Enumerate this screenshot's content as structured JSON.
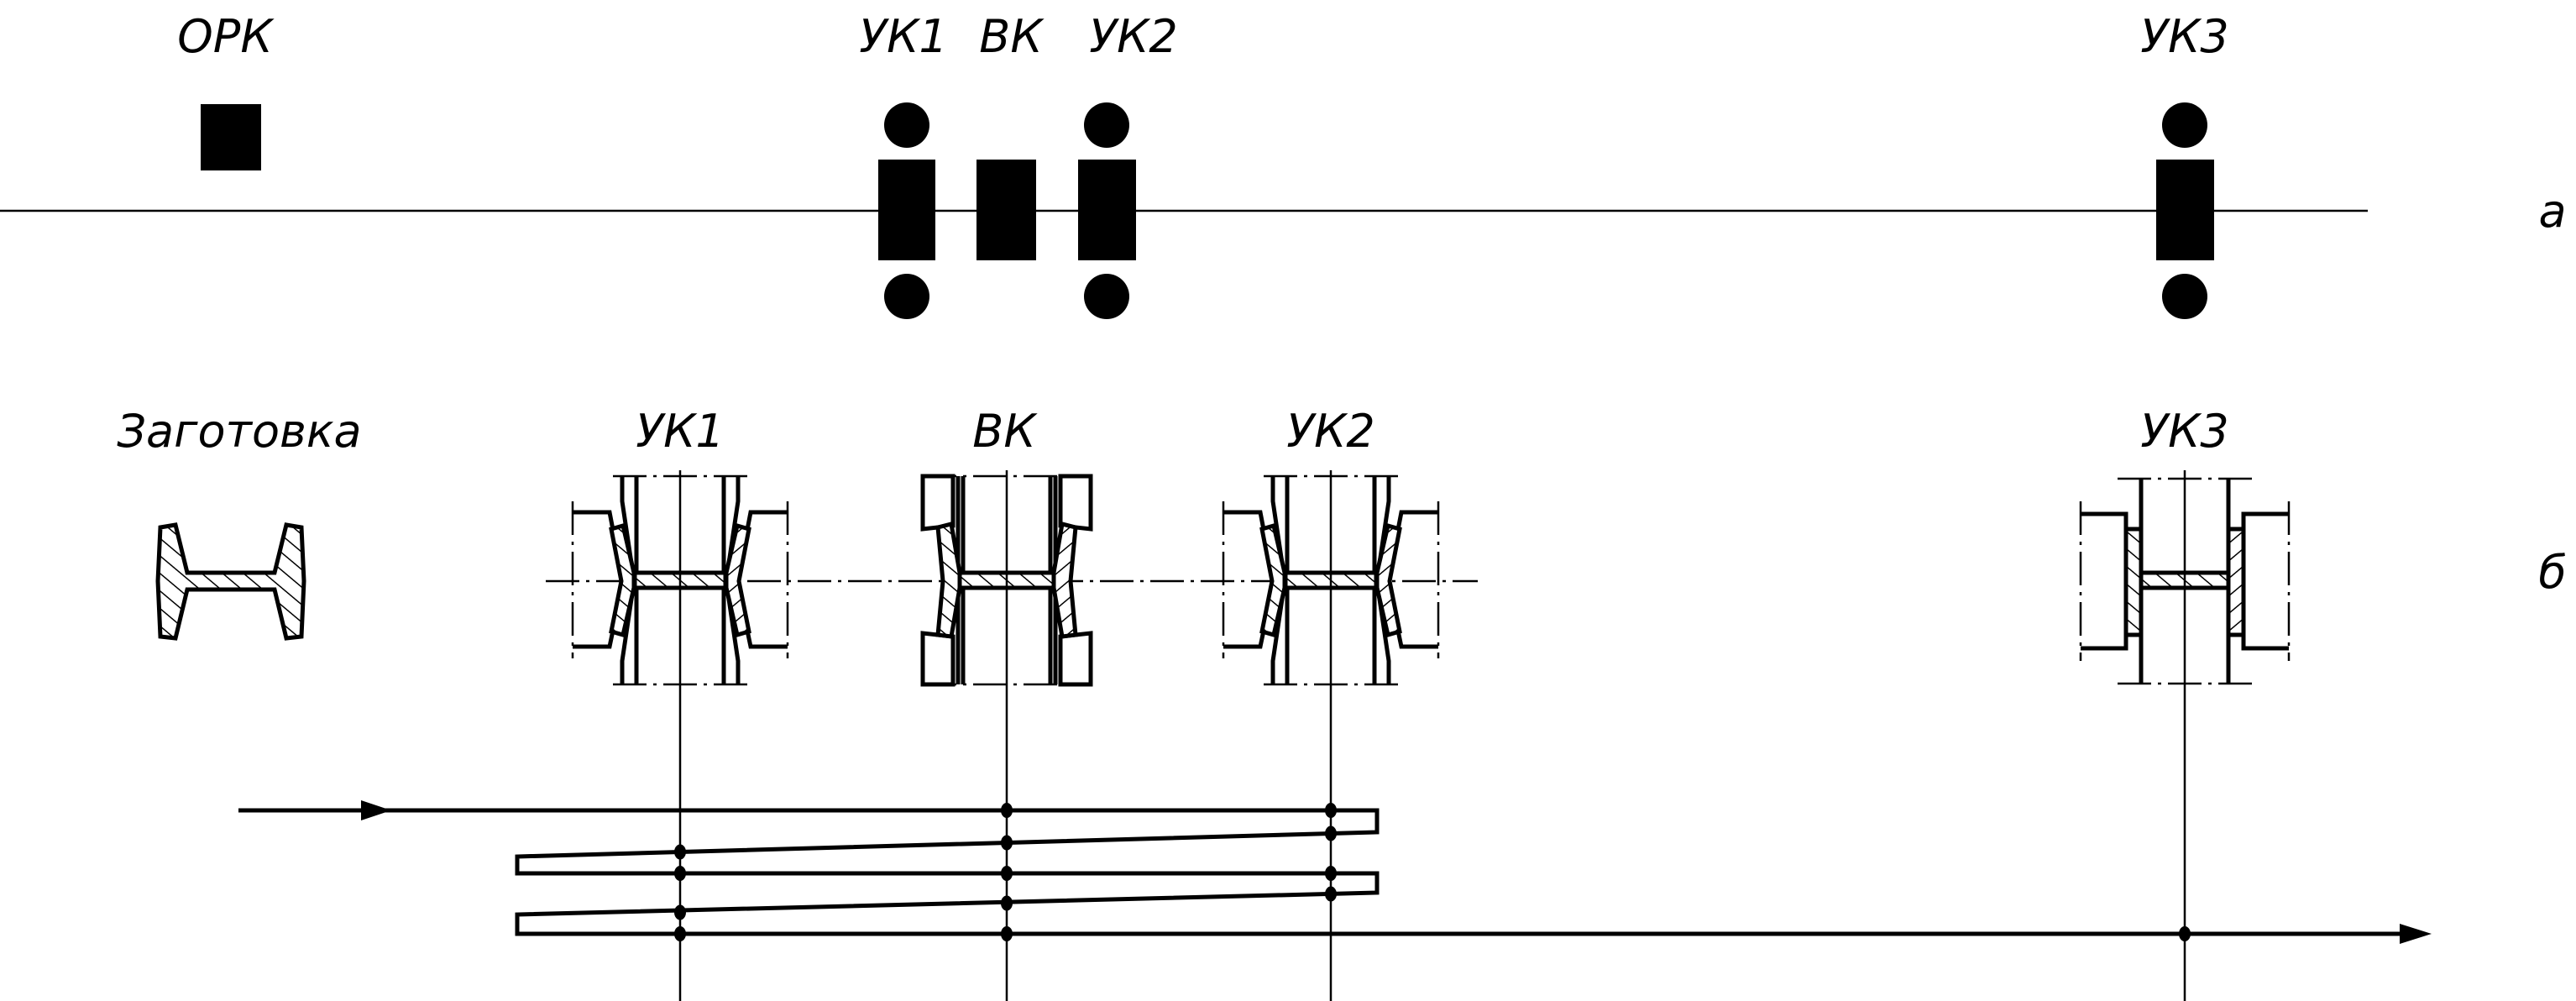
{
  "panel_a": {
    "marker": "а",
    "stands": [
      {
        "label": "ОРК"
      },
      {
        "label": "УК1"
      },
      {
        "label": "ВК"
      },
      {
        "label": "УК2"
      },
      {
        "label": "УК3"
      }
    ]
  },
  "panel_b": {
    "marker": "б",
    "blank_label": "Заготовка",
    "stands": [
      {
        "label": "УК1"
      },
      {
        "label": "ВК"
      },
      {
        "label": "УК2"
      },
      {
        "label": "УК3"
      }
    ]
  }
}
